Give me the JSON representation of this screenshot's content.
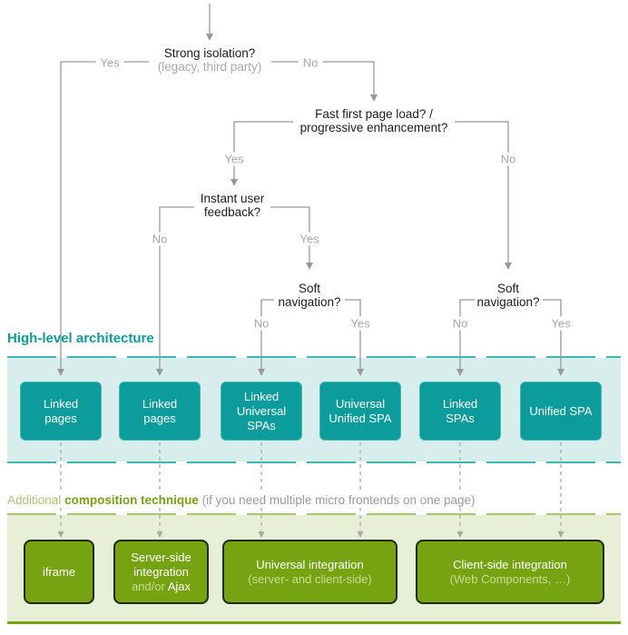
{
  "colors": {
    "teal_accent": "#0d9c9c",
    "teal_band": "#d8eeed",
    "olive_accent": "#76a312",
    "green_band": "#e7efd6",
    "wire_gray": "#999999",
    "label_gray": "#a7a7a7"
  },
  "flow": {
    "strong_isolation": {
      "question": "Strong isolation?",
      "note": "(legacy, third party)",
      "yes": "Yes",
      "no": "No"
    },
    "fast_first_load": {
      "line1": "Fast first page load? /",
      "line2": "progressive enhancement?",
      "yes": "Yes",
      "no": "No"
    },
    "instant_feedback": {
      "line1": "Instant user",
      "line2": "feedback?",
      "no": "No",
      "yes": "Yes"
    },
    "soft_navigation_left": {
      "line1": "Soft",
      "line2": "navigation?",
      "no": "No",
      "yes": "Yes"
    },
    "soft_navigation_right": {
      "line1": "Soft",
      "line2": "navigation?",
      "no": "No",
      "yes": "Yes"
    }
  },
  "architecture": {
    "title": "High-level architecture",
    "boxes": [
      "Linked pages",
      "Linked pages",
      "Linked Universal SPAs",
      "Universal Unified SPA",
      "Linked SPAs",
      "Unified SPA"
    ]
  },
  "composition": {
    "label_plain": "Additional",
    "label_bold": "composition technique",
    "label_note": "(if you need multiple micro frontends on one page)",
    "boxes": [
      {
        "main": "iframe"
      },
      {
        "line1": "Server-side",
        "line2": "integration",
        "prefix": "and/or",
        "emph": "Ajax"
      },
      {
        "main": "Universal integration",
        "sub": "(server- and client-side)"
      },
      {
        "main": "Client-side integration",
        "sub": "(Web Components, …)"
      }
    ]
  }
}
